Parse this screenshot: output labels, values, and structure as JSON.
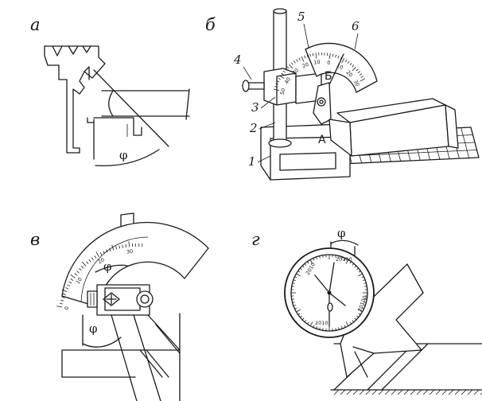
{
  "panels": {
    "a": {
      "label": "а",
      "angle": "φ"
    },
    "b": {
      "label": "б",
      "parts": [
        "1",
        "2",
        "3",
        "4",
        "5",
        "6"
      ],
      "points": {
        "A": "А",
        "B": "Б"
      },
      "scale_numbers": [
        "50",
        "40",
        "30",
        "20",
        "10",
        "0",
        "10",
        "20",
        "30"
      ]
    },
    "v": {
      "label": "в",
      "angle_top": "φ",
      "angle_bottom": "φ",
      "scale_numbers": [
        "0",
        "10",
        "20",
        "30"
      ]
    },
    "g": {
      "label": "г",
      "angle": "φ",
      "dial_labels": [
        "20100",
        "20100",
        "2010",
        "2010"
      ]
    }
  },
  "colors": {
    "ink": "#1a1a1a",
    "background": "#ffffff"
  }
}
